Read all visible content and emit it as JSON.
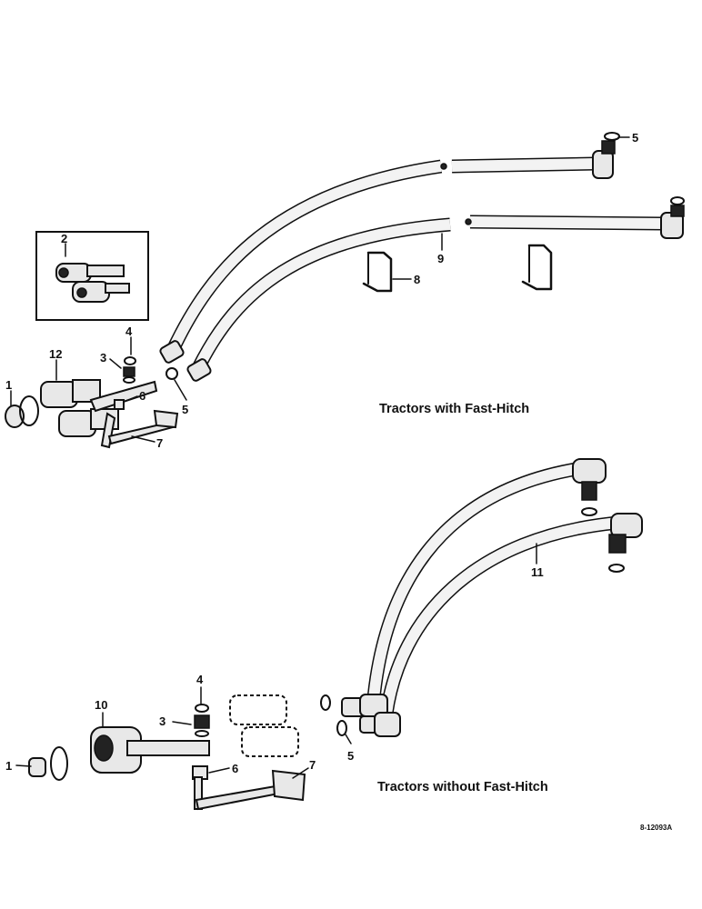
{
  "captions": {
    "with_fast_hitch": "Tractors with Fast-Hitch",
    "without_fast_hitch": "Tractors without Fast-Hitch"
  },
  "drawing_number": "8-12093A",
  "callouts": {
    "top": {
      "c1": "1",
      "c2": "2",
      "c3": "3",
      "c4": "4",
      "c5a": "5",
      "c5b": "5",
      "c6": "6",
      "c7": "7",
      "c8": "8",
      "c9": "9",
      "c12": "12"
    },
    "bottom": {
      "c1": "1",
      "c3": "3",
      "c4": "4",
      "c5": "5",
      "c6": "6",
      "c7": "7",
      "c10": "10",
      "c11": "11"
    }
  }
}
